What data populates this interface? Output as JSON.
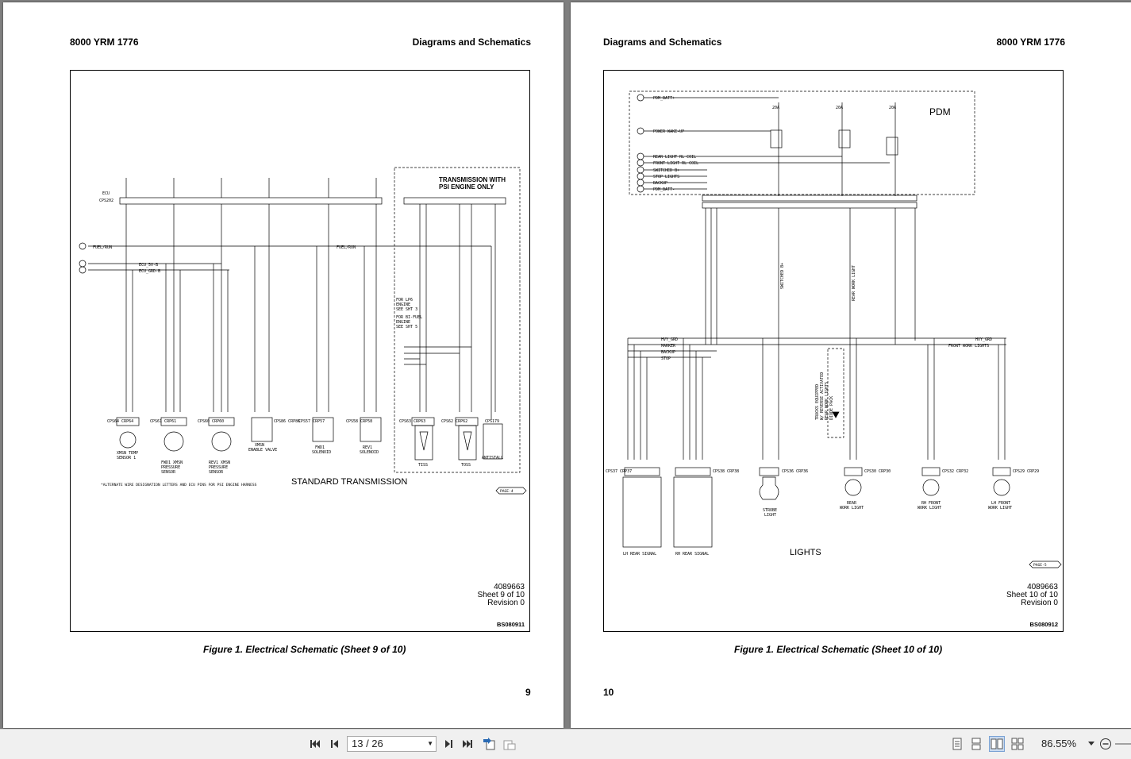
{
  "left_page": {
    "header_left": "8000 YRM 1776",
    "header_right": "Diagrams and Schematics",
    "doc_number": "4089663",
    "sheet": "Sheet 9 of 10",
    "revision": "Revision 0",
    "image_code": "BS080911",
    "caption": "Figure 1. Electrical Schematic (Sheet 9 of 10)",
    "page_number": "9",
    "schematic": {
      "section_title": "STANDARD TRANSMISSION",
      "psi_box_title_1": "TRANSMISSION WITH",
      "psi_box_title_2": "PSI ENGINE ONLY",
      "footnote": "*ALTERNATE WIRE DESIGNATION LETTERS AND ECU PINS FOR PSI ENGINE HARNESS",
      "page_ref": "PAGE-4",
      "fuel_run": "FUEL/RUN",
      "ecu_5v": "ECU_5V-B",
      "ecu_gnd": "ECU_GRD-B",
      "ecu_label": "ECU",
      "ecu_connector": "CPS202",
      "lp6_note": [
        "FOR LP6",
        "ENGINE",
        "SEE SHT 3"
      ],
      "bifuel_note": [
        "FOR BI-FUEL",
        "ENGINE",
        "SEE SHT 5"
      ],
      "components": [
        {
          "ref": "CPS64 CRP64",
          "name": [
            "XMSN TEMP",
            "SENSOR 1"
          ]
        },
        {
          "ref": "CPS61 CRP61",
          "name": [
            "FWD1 XMSN",
            "PRESSURE",
            "SENSOR"
          ]
        },
        {
          "ref": "CPS60 CRP60",
          "name": [
            "REV1 XMSN",
            "PRESSURE",
            "SENSOR"
          ]
        },
        {
          "ref": "CPS86 CRP86",
          "name": [
            "XMSN",
            "ENABLE VALVE"
          ]
        },
        {
          "ref": "CPS57 CRP57",
          "name": [
            "FWD1",
            "SOLENOID"
          ]
        },
        {
          "ref": "CPS58 CRP58",
          "name": [
            "REV1",
            "SOLENOID"
          ]
        },
        {
          "ref": "CPS63 CRP63",
          "name": [
            "TISS"
          ]
        },
        {
          "ref": "CPS62 CRP62",
          "name": [
            "TOSS"
          ]
        },
        {
          "ref": "CPS179",
          "name": [
            "ANTISTALL"
          ]
        }
      ]
    }
  },
  "right_page": {
    "header_left": "Diagrams and Schematics",
    "header_right": "8000 YRM 1776",
    "doc_number": "4089663",
    "sheet": "Sheet 10 of 10",
    "revision": "Revision 0",
    "image_code": "BS080912",
    "caption": "Figure 1. Electrical Schematic (Sheet 10 of 10)",
    "page_number": "10",
    "schematic": {
      "pdm_title": "PDM",
      "section_title": "LIGHTS",
      "page_ref": "PAGE-5",
      "pdm_inputs": [
        "PDM_BATT+",
        "POWER WAKE-UP",
        "REAR LIGHT RL COIL",
        "FRONT LIGHT RL COIL",
        "SWITCHED B+",
        "STOP LIGHTS",
        "BACKUP",
        "PDM_BATT-"
      ],
      "fuses": [
        "20A",
        "20A",
        "20A"
      ],
      "bus_lines": [
        "HVY_GRD",
        "MARKER",
        "BACKUP",
        "STOP"
      ],
      "bus_right": [
        "HVY_GRD",
        "FRONT WORK LIGHTS"
      ],
      "wire_labels": [
        "SWITCHED B+",
        "REAR WORK LIGHT"
      ],
      "strobe_note": [
        "TRUCKS EQUIPPED",
        "W/ REVERSE ACTIVATED",
        "REAR WORK LIGHTS",
        "DIODE PACK"
      ],
      "components": [
        {
          "ref": "CPS37 CRP37",
          "name": [
            "LH REAR SIGNAL"
          ]
        },
        {
          "ref": "CPS38 CRP38",
          "name": [
            "RH REAR SIGNAL"
          ]
        },
        {
          "ref": "CPS36 CRP36",
          "name": [
            "STROBE",
            "LIGHT"
          ]
        },
        {
          "ref": "CPS30 CRP30",
          "name": [
            "REAR",
            "WORK LIGHT"
          ]
        },
        {
          "ref": "CPS32 CRP32",
          "name": [
            "RH FRONT",
            "WORK LIGHT"
          ]
        },
        {
          "ref": "CPS29 CRP29",
          "name": [
            "LH FRONT",
            "WORK LIGHT"
          ]
        }
      ]
    }
  },
  "toolbar": {
    "page_field": "13 / 26",
    "zoom": "86.55%"
  }
}
